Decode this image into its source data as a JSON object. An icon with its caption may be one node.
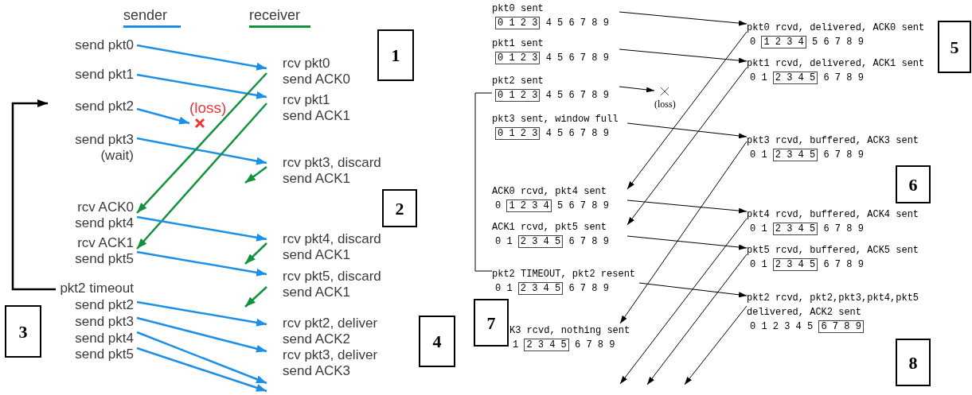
{
  "diagram": {
    "nodes": [
      {
        "text": [
          "send pkt0"
        ]
      },
      {
        "text": [
          "send pkt1"
        ]
      },
      {
        "text": [
          "send pkt2"
        ]
      },
      {
        "text": [
          "send pkt3",
          "(wait)"
        ]
      },
      {
        "text": [
          "rcv ACK0",
          "send pkt4"
        ]
      },
      {
        "text": [
          "rcv ACK1",
          "send pkt5"
        ]
      },
      {
        "text": [
          "pkt2 timeout"
        ]
      },
      {
        "text": [
          "send pkt2"
        ]
      },
      {
        "text": [
          "send pkt3"
        ]
      },
      {
        "text": [
          "send pkt4"
        ]
      },
      {
        "text": [
          "send pkt5"
        ]
      },
      {
        "text": [
          "rcv pkt0",
          "send ACK0"
        ]
      },
      {
        "text": [
          "rcv pkt1",
          "send ACK1"
        ]
      },
      {
        "text": [
          "rcv pkt3, discard",
          "send ACK1"
        ]
      },
      {
        "text": [
          "rcv pkt4, discard",
          "send ACK1"
        ]
      },
      {
        "text": [
          "rcv pkt5, discard",
          "send ACK1"
        ]
      },
      {
        "text": [
          "rcv pkt2, deliver",
          "send ACK2"
        ]
      },
      {
        "text": [
          "rcv pkt3, deliver",
          "send ACK3"
        ]
      },
      {
        "text": [
          "1"
        ]
      },
      {
        "text": [
          "2"
        ]
      },
      {
        "text": [
          "3"
        ]
      },
      {
        "text": [
          "4"
        ]
      },
      {
        "text": [
          "pkt0 sent",
          "0 1 2 3 4 5 6 7 8 9"
        ]
      },
      {
        "text": [
          "pkt1 sent",
          "0 1 2 3 4 5 6 7 8 9"
        ]
      },
      {
        "text": [
          "pkt2 sent",
          "0 1 2 3 4 5 6 7 8 9"
        ]
      },
      {
        "text": [
          "pkt3 sent, window full",
          "0 1 2 3 4 5 6 7 8 9"
        ]
      },
      {
        "text": [
          "pkt0 rcvd, delivered, ACK0 sent",
          "0 1 2 3 4 5 6 7 8 9"
        ]
      },
      {
        "text": [
          "pkt1 rcvd, delivered, ACK1 sent",
          "0 1 2 3 4 5 6 7 8 9"
        ]
      },
      {
        "text": [
          "pkt3 rcvd, buffered, ACK3 sent",
          "0 1 2 3 4 5 6 7 8 9"
        ]
      },
      {
        "text": [
          "ACK0 rcvd, pkt4 sent",
          "0 1 2 3 4 5 6 7 8 9"
        ]
      },
      {
        "text": [
          "ACK1 rcvd, pkt5 sent",
          "0 1 2 3 4 5 6 7 8 9"
        ]
      },
      {
        "text": [
          "pkt4 rcvd, buffered, ACK4 sent",
          "0 1 2 3 4 5 6 7 8 9"
        ]
      },
      {
        "text": [
          "pkt5 rcvd, buffered, ACK5 sent",
          "0 1 2 3 4 5 6 7 8 9"
        ]
      },
      {
        "text": [
          "pkt2 TIMEOUT, pkt2 resent",
          "0 1 2 3 4 5 6 7 8 9"
        ]
      },
      {
        "text": [
          "pkt2 rcvd, pkt2,pkt3,pkt4,pkt5 delivered, ACK2 sent",
          "0 1 2 3 4 5 6 7 8 9"
        ]
      },
      {
        "text": [
          "K3 rcvd, nothing sent",
          "1 2 3 4 5 6 7 8 9"
        ]
      },
      {
        "text": [
          "5"
        ]
      },
      {
        "text": [
          "6"
        ]
      },
      {
        "text": [
          "7"
        ]
      },
      {
        "text": [
          "8"
        ]
      },
      {
        "text": [
          "(loss)"
        ]
      },
      {
        "text": [
          "(loss)"
        ]
      }
    ],
    "edges": [
      {
        "from": 0,
        "to": 11,
        "arrow": "to",
        "color": "#1e8fe6"
      },
      {
        "from": 1,
        "to": 12,
        "arrow": "to",
        "color": "#1e8fe6"
      },
      {
        "from": 2,
        "to": 40,
        "arrow": "to",
        "color": "#1e8fe6"
      },
      {
        "from": 3,
        "to": 13,
        "arrow": "to",
        "color": "#1e8fe6"
      },
      {
        "from": 11,
        "to": 4,
        "arrow": "to",
        "color": "#12923e"
      },
      {
        "from": 12,
        "to": 5,
        "arrow": "to",
        "color": "#12923e"
      },
      {
        "from": 13,
        "to": null,
        "arrow": "to",
        "color": "#12923e"
      },
      {
        "from": 4,
        "to": 14,
        "arrow": "to",
        "color": "#1e8fe6"
      },
      {
        "from": 5,
        "to": 15,
        "arrow": "to",
        "color": "#1e8fe6"
      },
      {
        "from": 14,
        "to": null,
        "arrow": "to",
        "color": "#12923e"
      },
      {
        "from": 15,
        "to": null,
        "arrow": "to",
        "color": "#12923e"
      },
      {
        "from": 7,
        "to": 16,
        "arrow": "to",
        "color": "#1e8fe6"
      },
      {
        "from": 8,
        "to": 17,
        "arrow": "to",
        "color": "#1e8fe6"
      },
      {
        "from": 9,
        "to": 17,
        "arrow": "to",
        "color": "#1e8fe6"
      },
      {
        "from": 10,
        "to": 17,
        "arrow": "to",
        "color": "#1e8fe6"
      },
      {
        "from": 6,
        "to": 2,
        "arrow": "to"
      },
      {
        "from": 22,
        "to": 26,
        "arrow": "to"
      },
      {
        "from": 23,
        "to": 27,
        "arrow": "to"
      },
      {
        "from": 24,
        "to": 41,
        "arrow": "to"
      },
      {
        "from": 25,
        "to": 28,
        "arrow": "to"
      },
      {
        "from": 26,
        "to": 29,
        "arrow": "to"
      },
      {
        "from": 27,
        "to": 30,
        "arrow": "to"
      },
      {
        "from": 28,
        "to": 35,
        "arrow": "to"
      },
      {
        "from": 29,
        "to": 31,
        "arrow": "to"
      },
      {
        "from": 30,
        "to": 32,
        "arrow": "to"
      },
      {
        "from": 31,
        "to": null,
        "arrow": "to"
      },
      {
        "from": 32,
        "to": null,
        "arrow": "to"
      },
      {
        "from": 33,
        "to": 34,
        "arrow": "to"
      },
      {
        "from": 34,
        "to": null,
        "arrow": "to"
      },
      {
        "from": 33,
        "to": 24,
        "arrow": "none"
      }
    ],
    "legend": [
      {
        "text": "sender",
        "color": "#1e8fe6"
      },
      {
        "text": "receiver",
        "color": "#12923e"
      }
    ]
  }
}
